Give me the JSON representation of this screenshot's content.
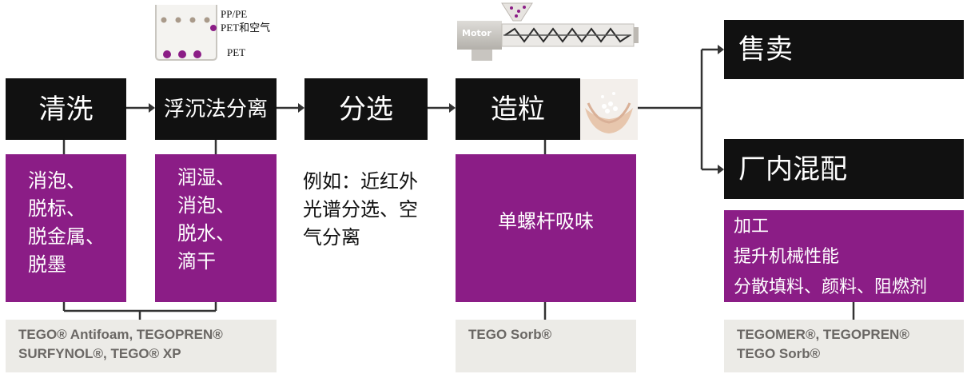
{
  "stages": {
    "wash": "清洗",
    "flotation": "浮沉法分离",
    "sorting": "分选",
    "pelletizing": "造粒",
    "sell": "售卖",
    "inhouse": "厂内混配"
  },
  "details": {
    "wash": [
      "消泡、",
      "脱标、",
      "脱金属、",
      "脱墨"
    ],
    "flotation": [
      "润湿、",
      "消泡、",
      "脱水、",
      "滴干"
    ],
    "sorting": [
      "例如：近红外",
      "光谱分选、空",
      "气分离"
    ],
    "pelletizing": "单螺杆吸味",
    "inhouse": [
      "加工",
      "提升机械性能",
      "分散填料、颜料、阻燃剂"
    ]
  },
  "products": {
    "wash_flotation": [
      "TEGO® Antifoam, TEGOPREN®",
      "SURFYNOL®, TEGO® XP"
    ],
    "pelletizing": [
      "TEGO Sorb®"
    ],
    "inhouse": [
      "TEGOMER®, TEGOPREN®",
      "TEGO Sorb®"
    ]
  },
  "flotation_legend": {
    "line1": "PP/PE",
    "line2": "PET和空气",
    "line3": "PET"
  },
  "extruder": {
    "motor_label": "Motor"
  },
  "colors": {
    "black": "#111111",
    "purple": "#8b1d86",
    "gray": "#ecebe7"
  }
}
